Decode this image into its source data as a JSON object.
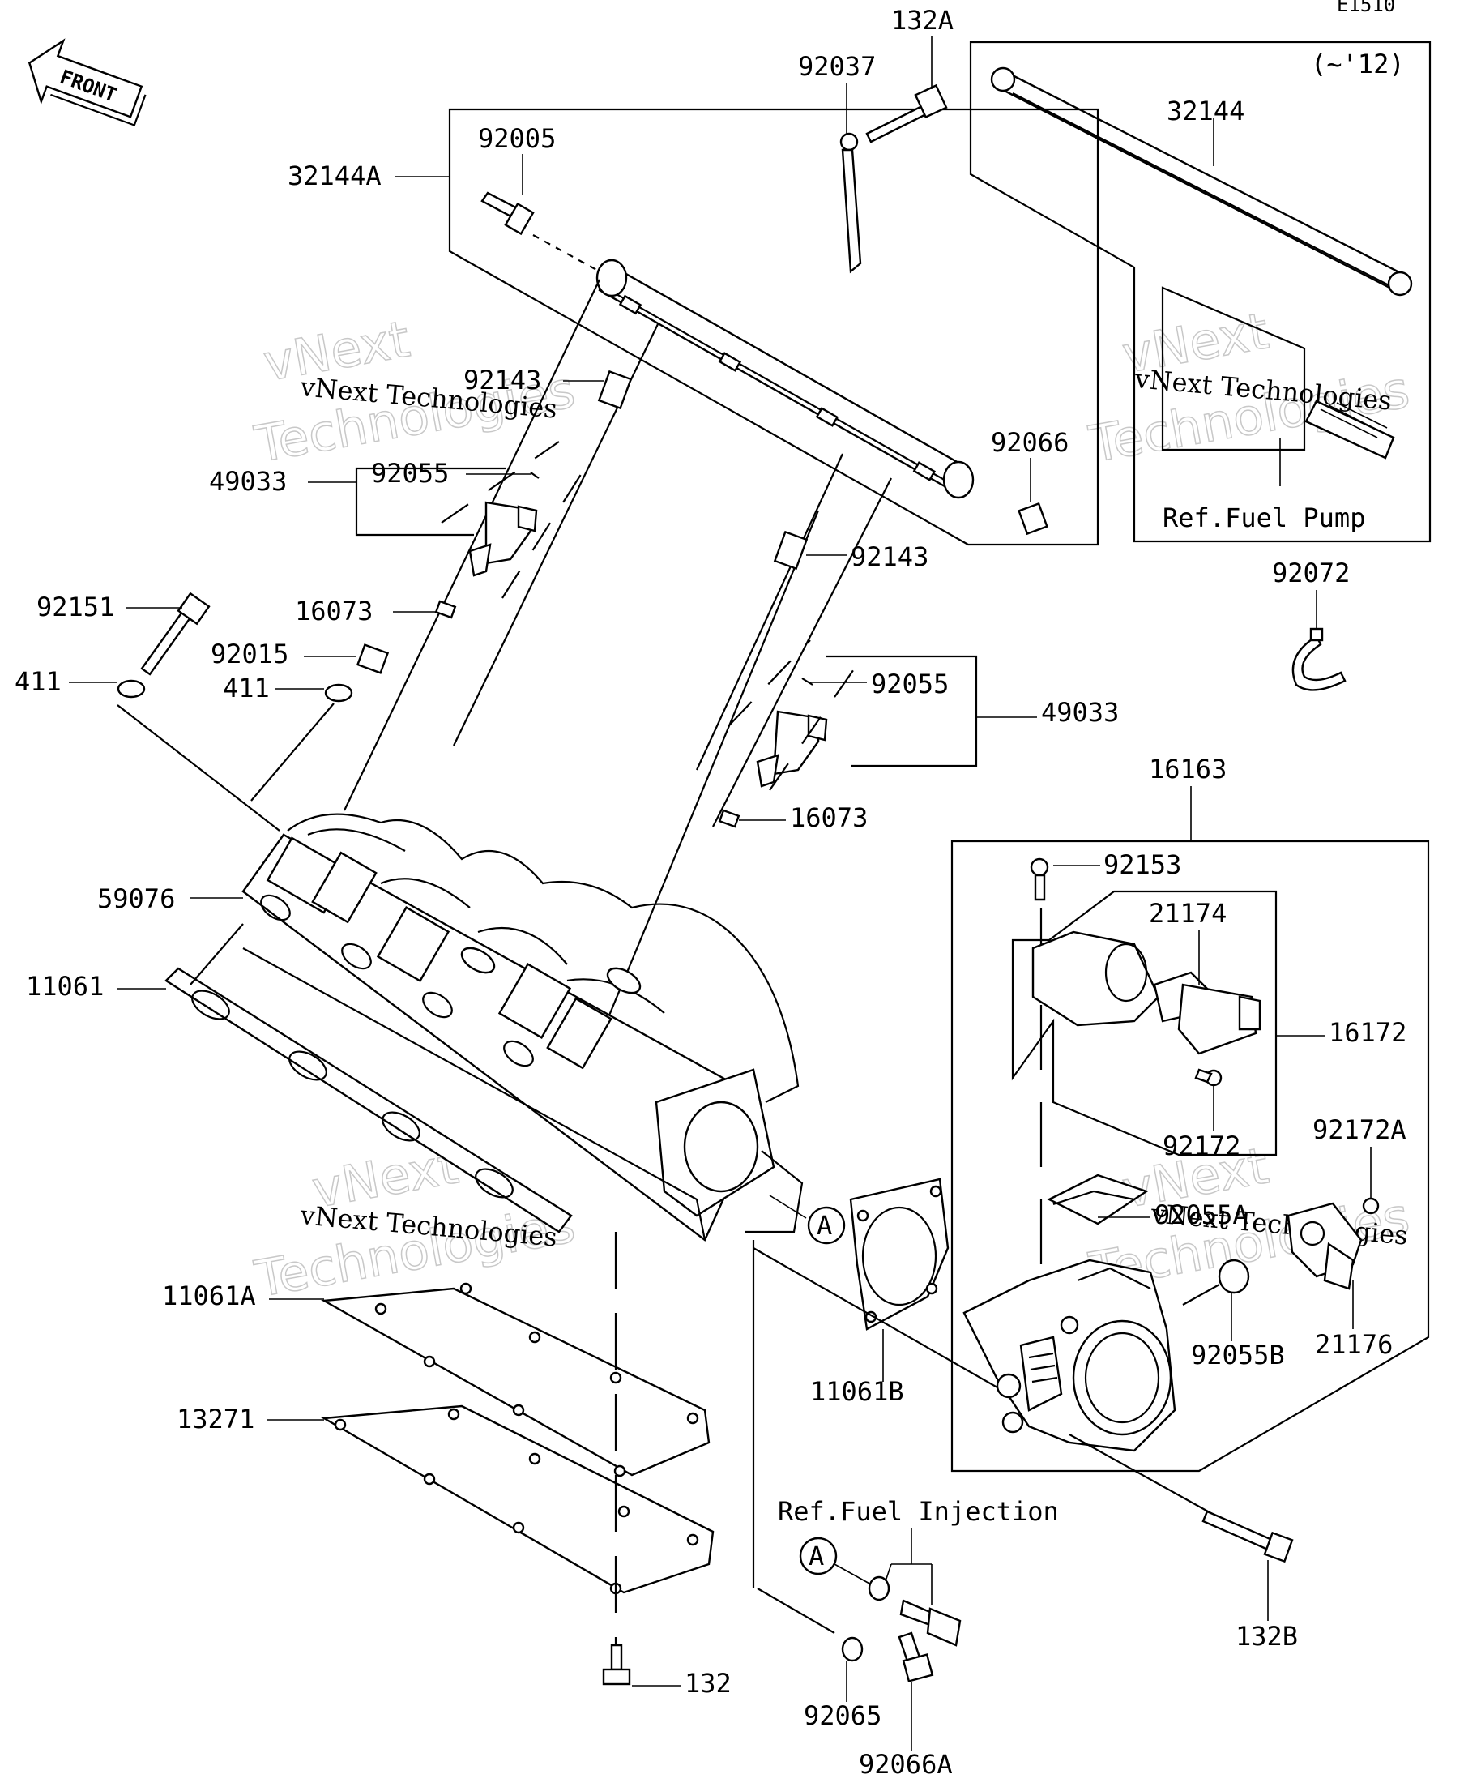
{
  "diagram_code": "E1510",
  "front_arrow_label": "FRONT",
  "variant_note": "(~'12)",
  "watermark": {
    "line1": "vNext Technologies",
    "line2": "vNext",
    "line3": "Technologies"
  },
  "circle_marker": "A",
  "references": {
    "fuel_pump": "Ref.Fuel Pump",
    "fuel_injection": "Ref.Fuel Injection"
  },
  "parts": {
    "p132A": "132A",
    "p92037": "92037",
    "p32144": "32144",
    "p92005": "92005",
    "p32144A": "32144A",
    "p92143_top": "92143",
    "p92066": "92066",
    "p49033_left": "49033",
    "p92055_left": "92055",
    "p92143_right": "92143",
    "p92072": "92072",
    "p92151": "92151",
    "p16073_left": "16073",
    "p92015": "92015",
    "p411_left": "411",
    "p411_right": "411",
    "p92055_right": "92055",
    "p49033_right": "49033",
    "p16163": "16163",
    "p16073_right": "16073",
    "p59076": "59076",
    "p92153": "92153",
    "p21174": "21174",
    "p11061": "11061",
    "p16172": "16172",
    "p92172A": "92172A",
    "p92172": "92172",
    "p92055A": "92055A",
    "p11061A": "11061A",
    "p92055B": "92055B",
    "p21176": "21176",
    "p11061B": "11061B",
    "p13271": "13271",
    "p132B": "132B",
    "p132": "132",
    "p92065": "92065",
    "p92066A": "92066A"
  }
}
